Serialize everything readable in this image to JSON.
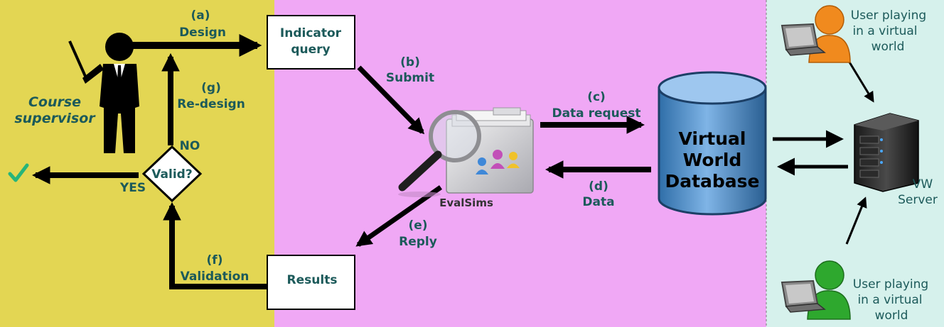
{
  "colors": {
    "supervisor_panel": "#e3d653",
    "system_panel": "#f0a8f5",
    "users_panel": "#d6f1ec",
    "label": "#1c5a5a",
    "arrow": "#000000",
    "database": "#5a96d2",
    "check": "#27b57a",
    "user_orange": "#f08a1e",
    "user_green": "#2ea82e"
  },
  "supervisor": {
    "line1": "Course",
    "line2": "supervisor"
  },
  "boxes": {
    "indicator_line1": "Indicator",
    "indicator_line2": "query",
    "results": "Results"
  },
  "decision": {
    "label": "Valid?",
    "no": "NO",
    "yes": "YES"
  },
  "steps": {
    "a_letter": "(a)",
    "a_text": "Design",
    "b_letter": "(b)",
    "b_text": "Submit",
    "c_letter": "(c)",
    "c_text": "Data request",
    "d_letter": "(d)",
    "d_text": "Data",
    "e_letter": "(e)",
    "e_text": "Reply",
    "f_letter": "(f)",
    "f_text": "Validation",
    "g_letter": "(g)",
    "g_text": "Re-design"
  },
  "tool": {
    "label": "EvalSims"
  },
  "database": {
    "line1": "Virtual",
    "line2": "World",
    "line3": "Database"
  },
  "server": {
    "line1": "VW",
    "line2": "Server"
  },
  "user_top": {
    "line1": "User playing",
    "line2": "in a virtual",
    "line3": "world"
  },
  "user_bottom": {
    "line1": "User playing",
    "line2": "in a virtual",
    "line3": "world"
  }
}
